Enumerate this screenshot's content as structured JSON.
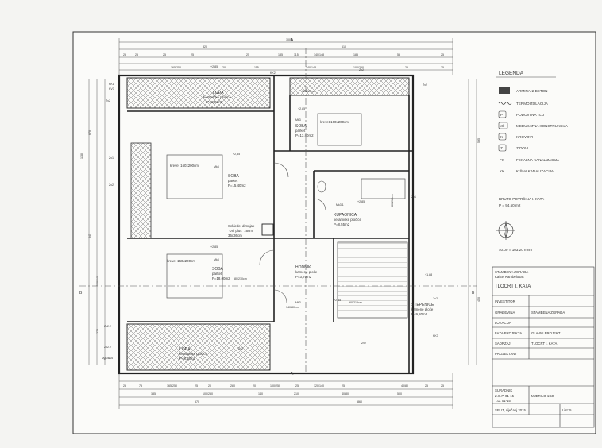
{
  "legend": {
    "title": "LEGENDA",
    "items": [
      {
        "symbol": "",
        "label": "ARMIRANI BETON"
      },
      {
        "symbol": "",
        "label": "TERMOIZOLACIJA"
      },
      {
        "symbol": "P",
        "label": "PODOVI NA TLU"
      },
      {
        "symbol": "Mk",
        "label": "MEĐUKATNA KONSTRUKCIJA"
      },
      {
        "symbol": "K",
        "label": "KROVOVI"
      },
      {
        "symbol": "Z",
        "label": "ZIDOVI"
      },
      {
        "symbol": "FK",
        "label": "FEKALNA KANALIZACIJA"
      },
      {
        "symbol": "KK",
        "label": "KIŠNA KANALIZACIJA"
      }
    ],
    "area_label": "BRUTO POVRŠINA I. KATA",
    "area_value": "P = 94,50 m2",
    "elevation": "±0.00 = 103.20 mnm"
  },
  "title_block": {
    "project_line1": "STAMBENA ZGRADA",
    "project_line2": "Kaštel Kambelovac",
    "drawing_title": "TLOCRT I. KATA",
    "rows": [
      {
        "label": "INVESTITOR",
        "value": ""
      },
      {
        "label": "GRAĐEVINA",
        "value": "STAMBENA ZGRADA"
      },
      {
        "label": "LOKACIJA",
        "value": ""
      },
      {
        "label": "FAZA PROJEKTA",
        "value": "GLAVNI PROJEKT"
      },
      {
        "label": "SADRŽAJ",
        "value": "TLOCRT I. KATA"
      },
      {
        "label": "PROJEKTANT",
        "value": ""
      }
    ],
    "suradnik": "SURADNIK",
    "zop": "Z.O.P. 01-15",
    "td": "T.D. 01-15",
    "scale": "MJERILO 1:50",
    "place_date": "SPLIT, siječanj 2015.",
    "sheet": "List: 5"
  },
  "plan": {
    "rooms": [
      {
        "name": "LOĐA",
        "lines": [
          "keramičke pločice",
          "P=8,34m2"
        ]
      },
      {
        "name": "SOBA",
        "lines": [
          "parket",
          "P=13,80m2"
        ],
        "bed": "krevet 160x200cm"
      },
      {
        "name": "SOBA",
        "lines": [
          "parket",
          "P=15,40m2"
        ],
        "bed": "krevet 160x200cm"
      },
      {
        "name": "KUPAONICA",
        "lines": [
          "keramičke pločice",
          "P=8,55m2"
        ]
      },
      {
        "name": "SOBA",
        "lines": [
          "parket",
          "P=18,00m2"
        ],
        "bed": "krevet 160x200cm"
      },
      {
        "name": "HODNIK",
        "lines": [
          "kamene ploče",
          "P=3,70m2"
        ]
      },
      {
        "name": "STEPENICE",
        "lines": [
          "kamene ploče",
          "P=9,80m2"
        ]
      },
      {
        "name": "LOĐA",
        "lines": [
          "keramičke pločice",
          "P=8,30m2"
        ]
      }
    ],
    "chimney_note": [
      "Schiedel dimnjak",
      "\"Uni plus\" 16cm",
      "36x36cm"
    ],
    "railing": "ograda",
    "axis_labels": [
      "A",
      "A",
      "B",
      "B"
    ],
    "top_dims_row1": [
      "25",
      "25",
      "25",
      "25",
      "25",
      "185",
      "115",
      "140/148",
      "185",
      "55",
      "25"
    ],
    "top_dims_row2": [
      "165/250",
      "20",
      "115",
      "140/148",
      "100/250",
      "25",
      "25"
    ],
    "overall_width": "1000",
    "row_width_a": "820",
    "row_width_b": "610",
    "bottom_dims": [
      "25",
      "75",
      "165/250",
      "25",
      "20",
      "280",
      "20",
      "100/250",
      "25",
      "120/140",
      "25",
      "40/80",
      "25",
      "25"
    ],
    "bottom_row2": [
      "185",
      "100/250",
      "140",
      "210",
      "40/80",
      "500"
    ],
    "bottom_total": [
      "570",
      "860"
    ],
    "elevations": [
      "+2,85",
      "+2,85",
      "+2,85",
      "+2,85",
      "+2,85",
      "+1,88",
      "+2,85"
    ],
    "side_dims": [
      "1380",
      "670",
      "545",
      "140/140",
      "275",
      "595",
      "450"
    ],
    "section_marks": [
      "Zv2",
      "Zv1",
      "Zv2.2",
      "Zv2",
      "Zv2",
      "Zv2.2",
      "Zv2",
      "Zv1",
      "Zv2",
      "Zv2",
      "Zv2"
    ],
    "codes": [
      "KK1",
      "KV3",
      "KK2",
      "KK3",
      "Mk3",
      "Mk3",
      "Mk3",
      "Mk3.1",
      "Mk3"
    ],
    "door_dims": [
      "90/215cm",
      "80/215cm",
      "80/210cm",
      "60/215cm",
      "140/80cm"
    ]
  }
}
